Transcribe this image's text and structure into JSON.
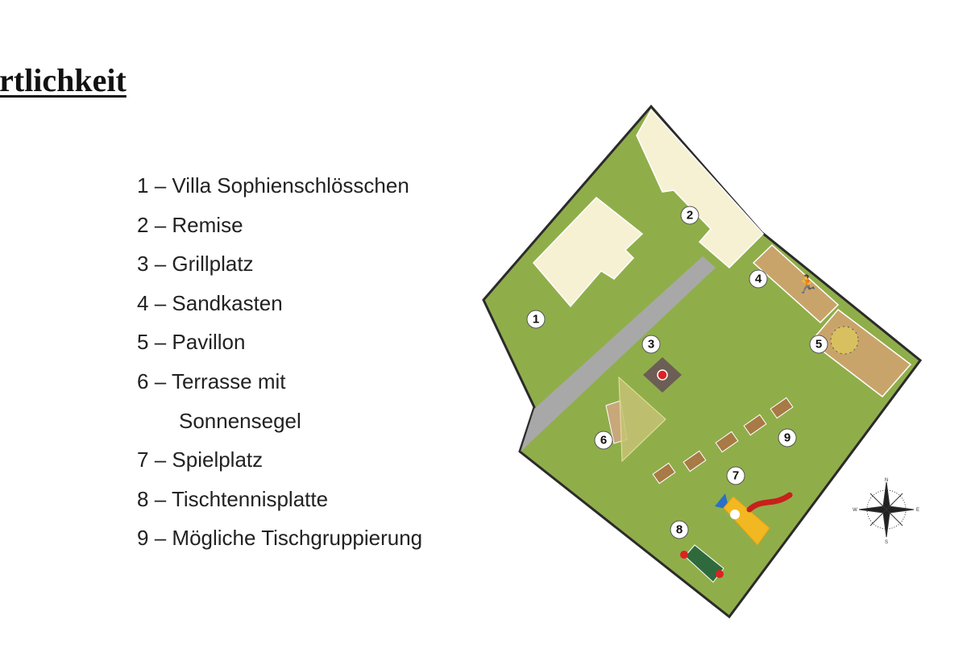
{
  "heading": "Örtlichkeit",
  "legend": [
    {
      "number": "1",
      "label": "Villa Sophienschlösschen"
    },
    {
      "number": "2",
      "label": "Remise"
    },
    {
      "number": "3",
      "label": "Grillplatz"
    },
    {
      "number": "4",
      "label": "Sandkasten"
    },
    {
      "number": "5",
      "label": "Pavillon"
    },
    {
      "number": "6",
      "label": "Terrasse mit",
      "label_cont": "Sonnensegel"
    },
    {
      "number": "7",
      "label": "Spielplatz"
    },
    {
      "number": "8",
      "label": "Tischtennisplatte"
    },
    {
      "number": "9",
      "label": "Mögliche Tischgruppierung"
    }
  ],
  "separator": "–",
  "compass": {
    "n": "N",
    "e": "E",
    "s": "S",
    "w": "W"
  },
  "colors": {
    "grass": "#8fae4a",
    "building": "#f7f1d4",
    "path": "#a8a8a8",
    "sand": "#c9a46a",
    "outline": "#2b2b2b"
  }
}
